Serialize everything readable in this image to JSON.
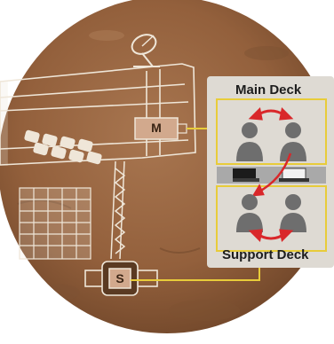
{
  "labels": {
    "module_main": "M",
    "module_support": "S",
    "main_deck": "Main Deck",
    "support_deck": "Support Deck"
  },
  "colors": {
    "mars_surface": "#9a6a47",
    "blueprint_line": "#efe6d8",
    "connector": "#e8cc3a",
    "swap_arrow": "#d9272a",
    "person": "#6e6e6e",
    "panel": "#dedad3"
  },
  "icons": [
    "satellite-dish-icon",
    "person-icon",
    "computer-monitor-icon",
    "swap-arrow-icon"
  ]
}
